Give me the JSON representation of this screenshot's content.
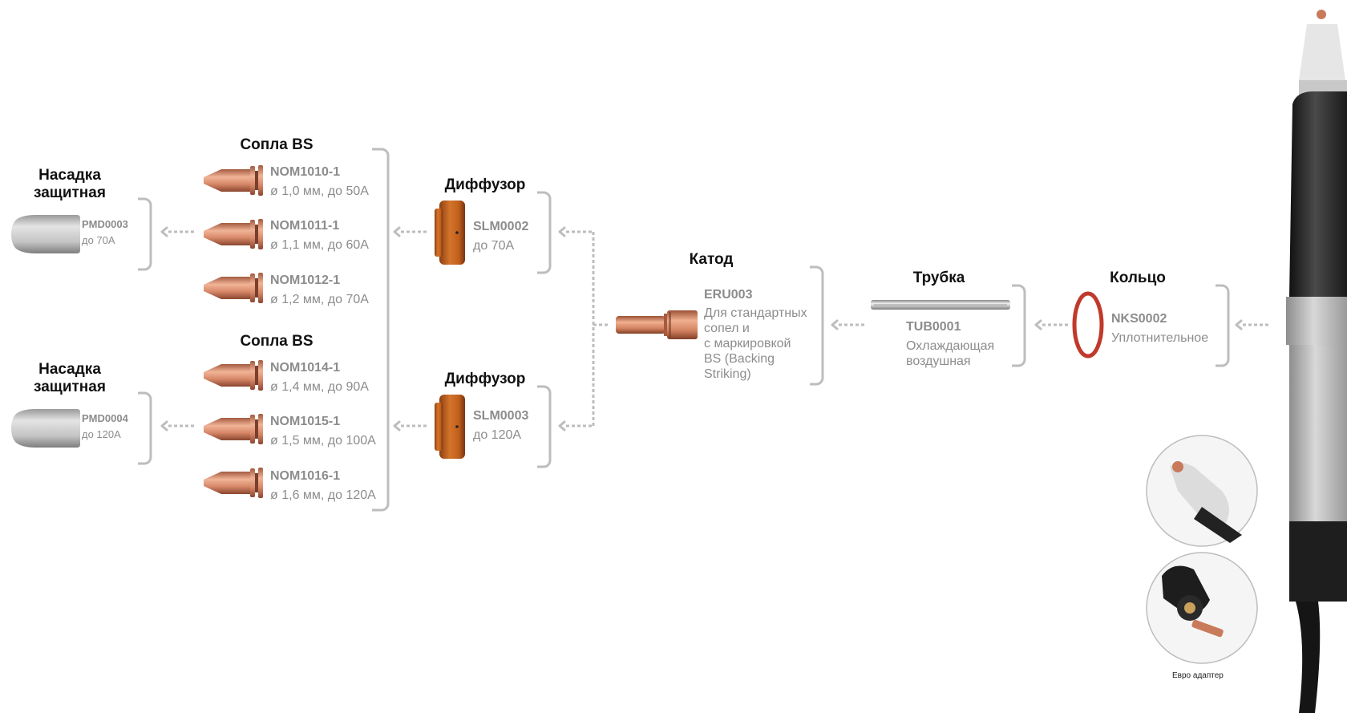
{
  "colors": {
    "title": "#111111",
    "label": "#8c8c8c",
    "bracket": "#bdbdbd",
    "copper": "#c97a5a",
    "diffuser": "#c0601c",
    "oring": "#c0392b",
    "torch_dark": "#2a2a2a",
    "torch_light": "#cfcfcf"
  },
  "shields": [
    {
      "title": "Насадка защитная",
      "code": "PMD0003",
      "desc": "до 70А"
    },
    {
      "title": "Насадка защитная",
      "code": "PMD0004",
      "desc": "до 120А"
    }
  ],
  "nozzle_groups": [
    {
      "title": "Сопла BS",
      "items": [
        {
          "code": "NOM1010-1",
          "desc": "ø 1,0 мм, до 50А"
        },
        {
          "code": "NOM1011-1",
          "desc": "ø 1,1 мм, до 60А"
        },
        {
          "code": "NOM1012-1",
          "desc": "ø 1,2 мм, до 70А"
        }
      ]
    },
    {
      "title": "Сопла BS",
      "items": [
        {
          "code": "NOM1014-1",
          "desc": "ø 1,4 мм, до 90А"
        },
        {
          "code": "NOM1015-1",
          "desc": "ø 1,5 мм, до 100А"
        },
        {
          "code": "NOM1016-1",
          "desc": "ø 1,6 мм, до 120А"
        }
      ]
    }
  ],
  "diffusers": [
    {
      "title": "Диффузор",
      "code": "SLM0002",
      "desc": "до 70А"
    },
    {
      "title": "Диффузор",
      "code": "SLM0003",
      "desc": "до 120А"
    }
  ],
  "cathode": {
    "title": "Катод",
    "code": "ERU003",
    "desc_lines": [
      "Для стандартных",
      "сопел и",
      "с маркировкой",
      "BS (Backing",
      "Striking)"
    ]
  },
  "tube": {
    "title": "Трубка",
    "code": "TUB0001",
    "desc_lines": [
      "Охлаждающая",
      "воздушная"
    ]
  },
  "ring": {
    "title": "Кольцо",
    "code": "NKS0002",
    "desc": "Уплотнительное"
  },
  "adapter_caption": "Евро адаптер"
}
